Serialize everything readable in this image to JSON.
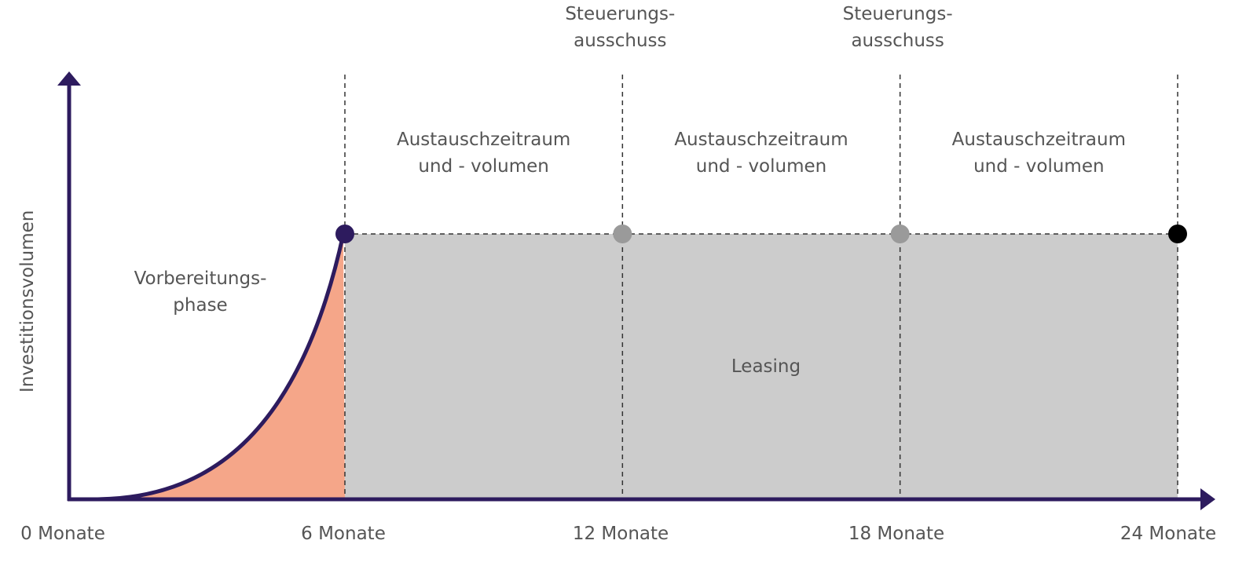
{
  "chart_data": {
    "type": "area",
    "ylabel": "Investitionsvolumen",
    "x_ticks": [
      "0 Monate",
      "6 Monate",
      "12 Monate",
      "18 Monate",
      "24 Monate"
    ],
    "x_range_months": [
      0,
      24
    ],
    "phases": [
      {
        "label_lines": [
          "Vorbereitungs-",
          "phase"
        ],
        "start_month": 0,
        "end_month": 6,
        "shape": "rising curve",
        "color": "#f5a689"
      },
      {
        "label_lines": [
          "Leasing"
        ],
        "start_month": 6,
        "end_month": 24,
        "shape": "flat",
        "color": "#cccccc"
      }
    ],
    "periods": [
      {
        "label_lines": [
          "Austauschzeitraum",
          "und - volumen"
        ],
        "start_month": 6,
        "end_month": 12
      },
      {
        "label_lines": [
          "Austauschzeitraum",
          "und - volumen"
        ],
        "start_month": 12,
        "end_month": 18
      },
      {
        "label_lines": [
          "Austauschzeitraum",
          "und - volumen"
        ],
        "start_month": 18,
        "end_month": 24
      }
    ],
    "milestones": [
      {
        "month": 6,
        "color": "#2d1b5e",
        "label_lines": []
      },
      {
        "month": 12,
        "color": "#9a9a9a",
        "label_lines": [
          "Steuerungs-",
          "ausschuss"
        ]
      },
      {
        "month": 18,
        "color": "#9a9a9a",
        "label_lines": [
          "Steuerungs-",
          "ausschuss"
        ]
      },
      {
        "month": 24,
        "color": "#000000",
        "label_lines": []
      }
    ],
    "axis_color": "#2d1b5e"
  }
}
